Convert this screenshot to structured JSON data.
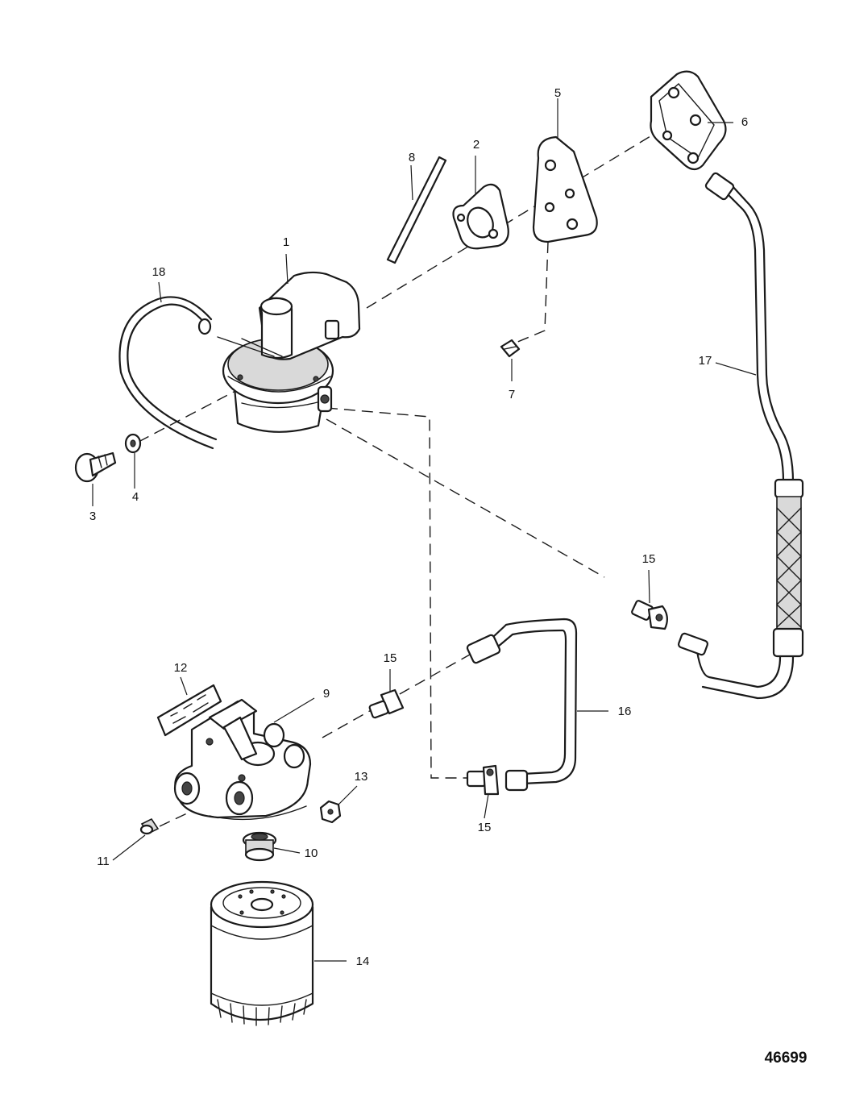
{
  "figure_number": "46699",
  "callouts": {
    "c1": "1",
    "c2": "2",
    "c3": "3",
    "c4": "4",
    "c5": "5",
    "c6": "6",
    "c7": "7",
    "c8": "8",
    "c9": "9",
    "c10": "10",
    "c11": "11",
    "c12": "12",
    "c13": "13",
    "c14": "14",
    "c15a": "15",
    "c15b": "15",
    "c15c": "15",
    "c16": "16",
    "c17": "17",
    "c18": "18"
  }
}
